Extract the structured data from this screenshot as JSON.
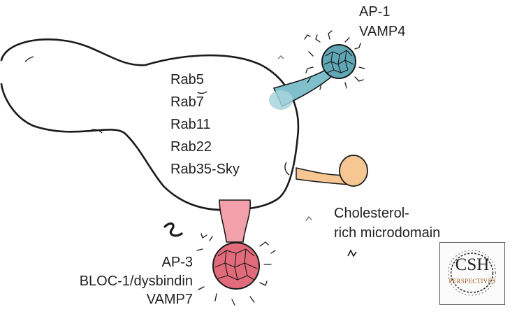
{
  "labels": {
    "rabs": [
      "Rab5",
      "Rab7",
      "Rab11",
      "Rab22",
      "Rab35-Sky"
    ],
    "ap1_lines": [
      "AP-1",
      "VAMP4"
    ],
    "ap3_lines": [
      "AP-3",
      "BLOC-1/dysbindin",
      "VAMP7"
    ],
    "cholesterol_lines": [
      "Cholesterol-",
      "rich microdomain"
    ]
  },
  "logo": {
    "main": "CSH",
    "sub": "PERSPECTIVES"
  },
  "colors": {
    "outline": "#1a1a1a",
    "ap1_coat": "#5fa7b5",
    "ap1_stalk": "#7fc0cc",
    "ap3_coat": "#e26b7b",
    "ap3_stalk": "#f2a1ab",
    "cholesterol": "#f7c793",
    "logo_accent": "#a05218"
  }
}
